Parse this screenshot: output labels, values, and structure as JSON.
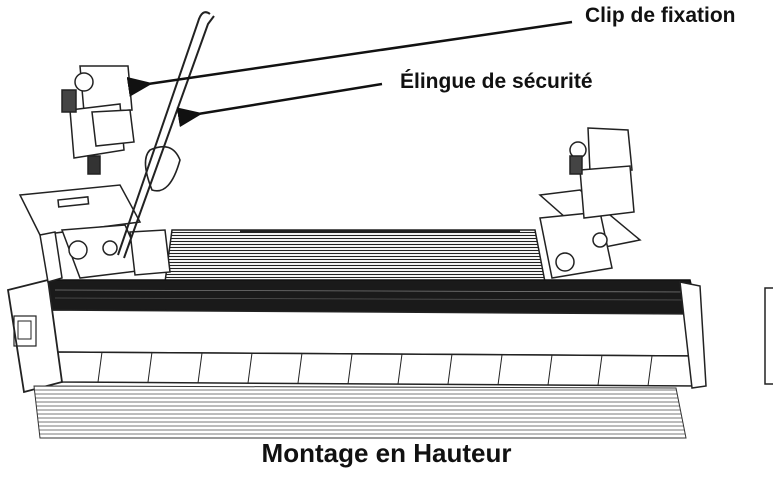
{
  "labels": {
    "clip": "Clip de fixation",
    "sling": "Élingue de sécurité"
  },
  "caption": "Montage en Hauteur",
  "colors": {
    "line": "#222222",
    "dark_band": "#1a1a1a",
    "background": "#ffffff"
  }
}
